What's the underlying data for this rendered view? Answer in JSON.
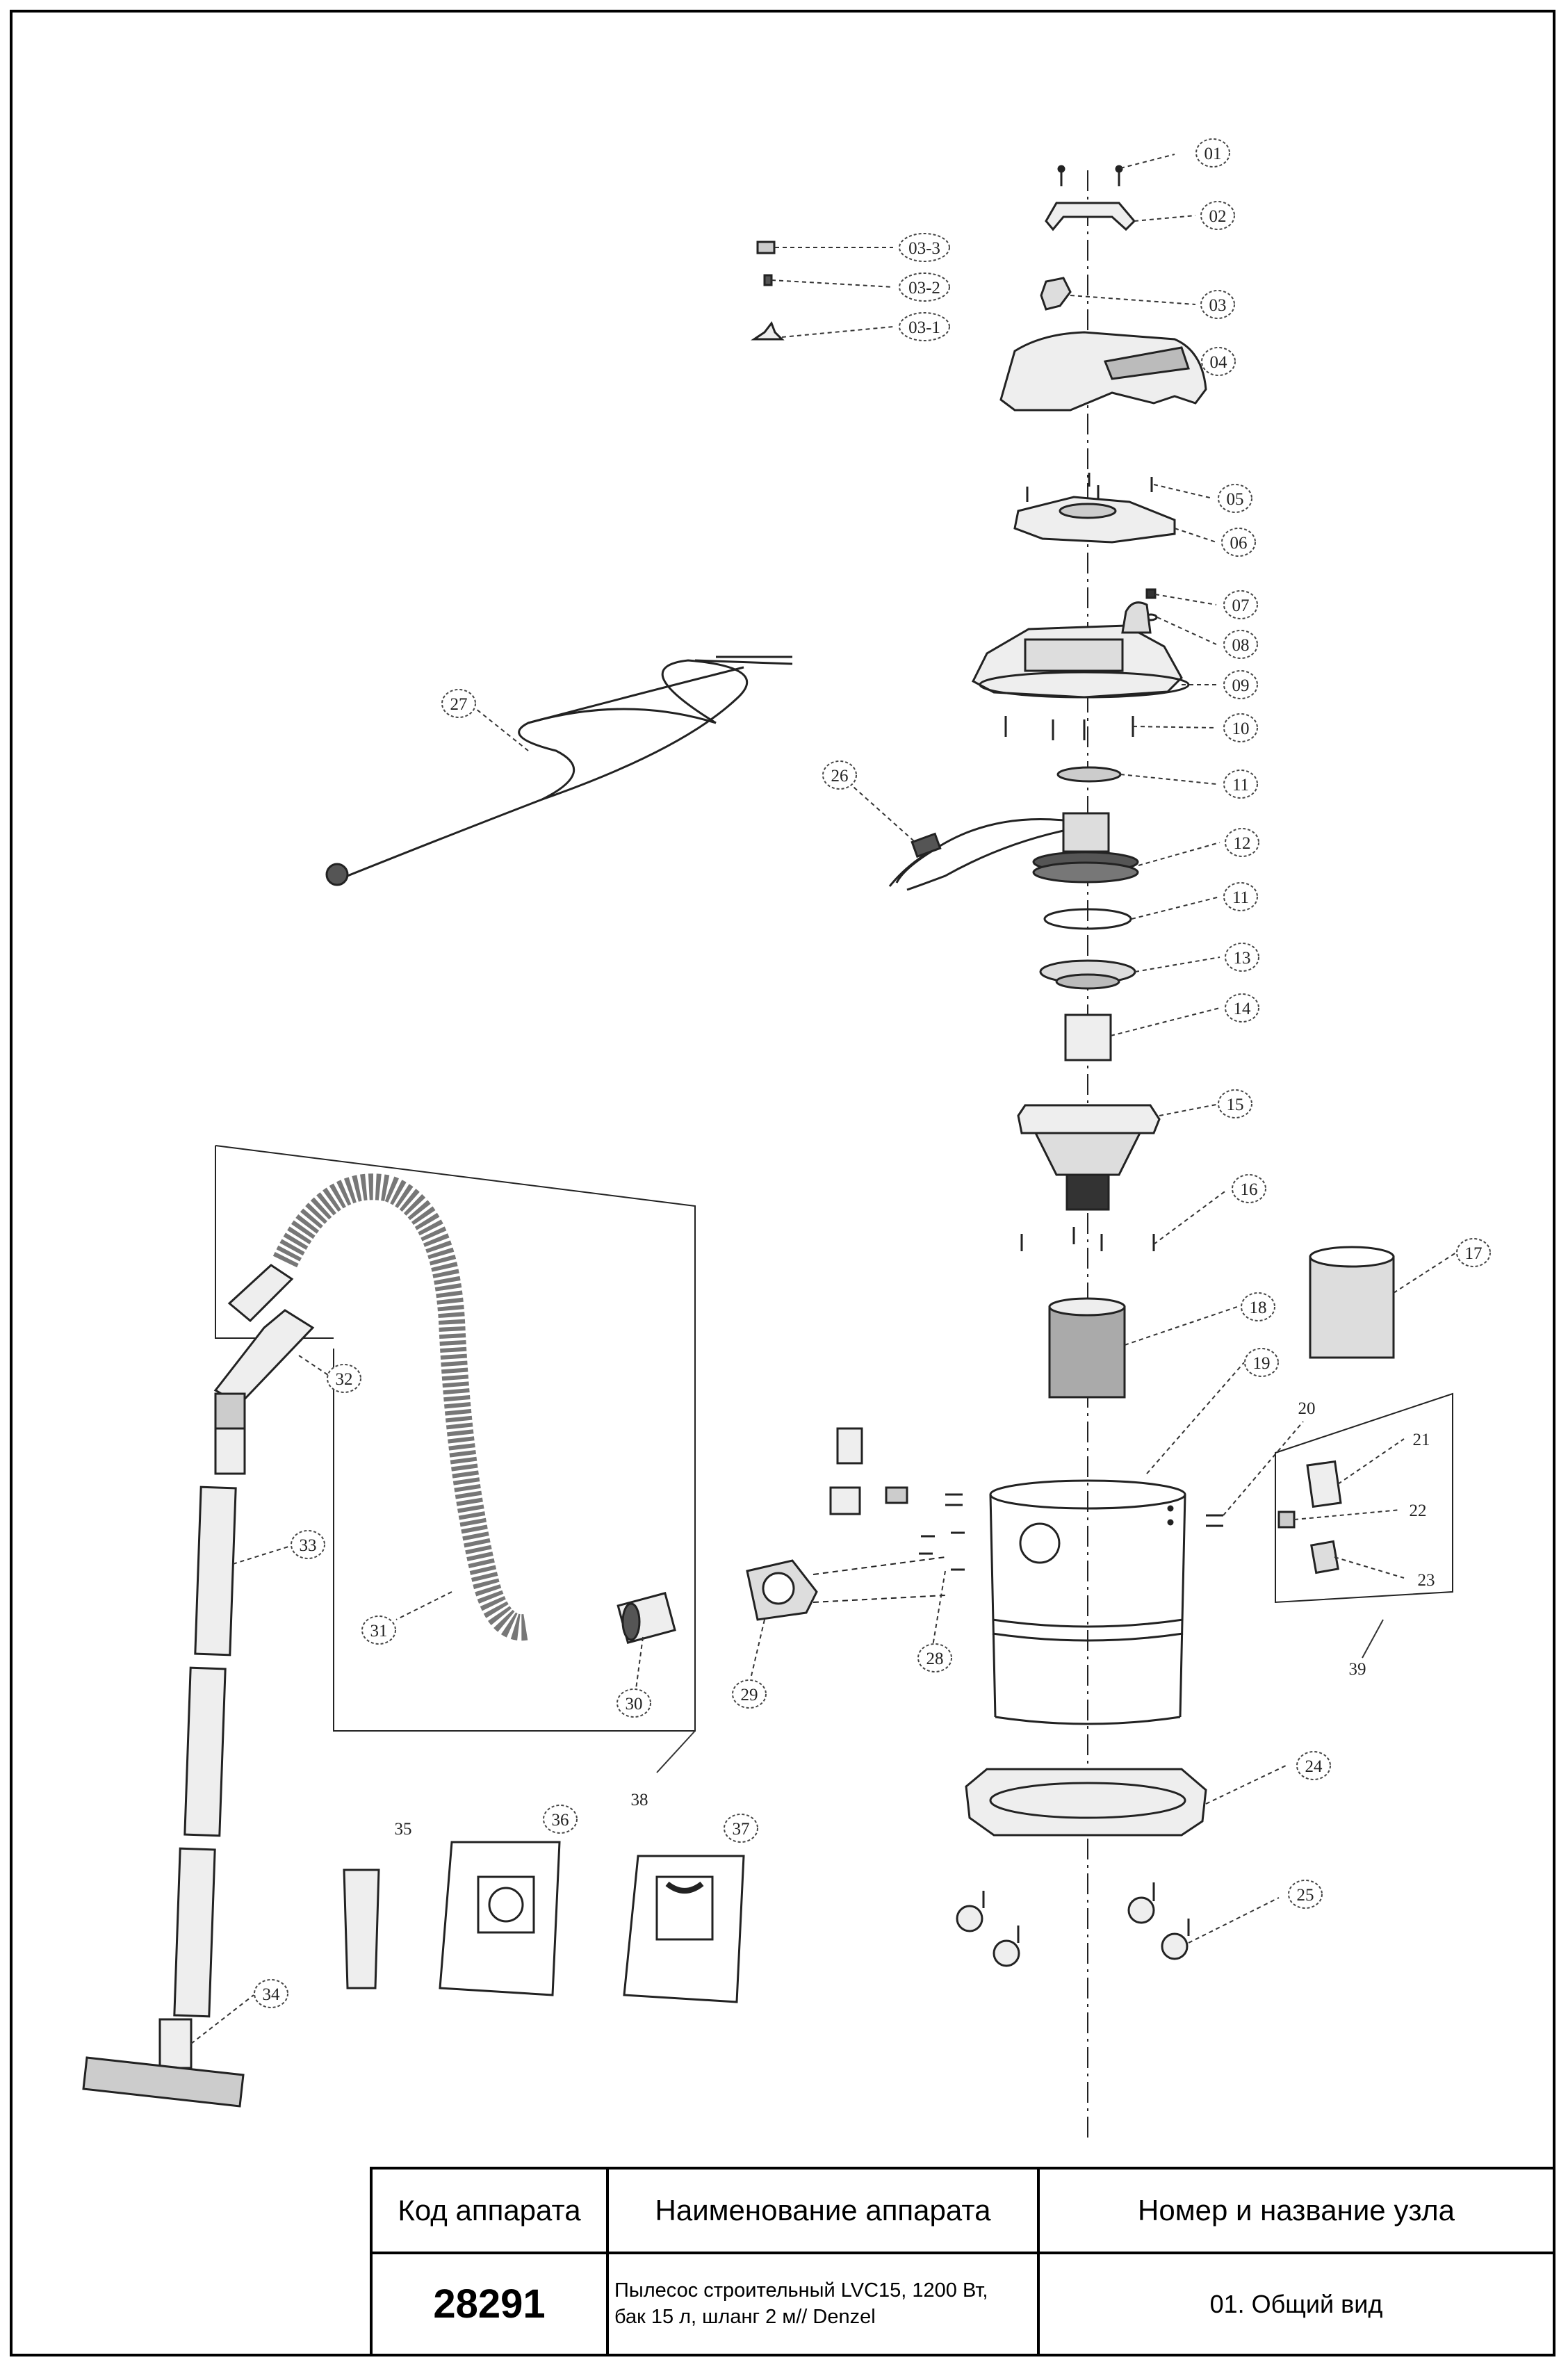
{
  "parts": [
    "01",
    "02",
    "03",
    "03-1",
    "03-2",
    "03-3",
    "04",
    "05",
    "06",
    "07",
    "08",
    "09",
    "10",
    "11",
    "11",
    "12",
    "13",
    "14",
    "15",
    "16",
    "17",
    "18",
    "19",
    "20",
    "21",
    "22",
    "23",
    "24",
    "25",
    "26",
    "27",
    "28",
    "29",
    "30",
    "31",
    "32",
    "33",
    "34",
    "35",
    "36",
    "37",
    "38",
    "39"
  ],
  "title_block": {
    "header_code": "Код аппарата",
    "header_name": "Наименование аппарата",
    "header_unit": "Номер и название узла",
    "code": "28291",
    "name_line1": "Пылесос строительный LVC15, 1200 Вт,",
    "name_line2": "бак 15 л, шланг 2 м// Denzel",
    "unit": "01. Общий вид"
  },
  "colors": {
    "line": "#222222",
    "frame": "#000000",
    "fill_light": "#eeeeee",
    "fill_dark": "#555555"
  }
}
